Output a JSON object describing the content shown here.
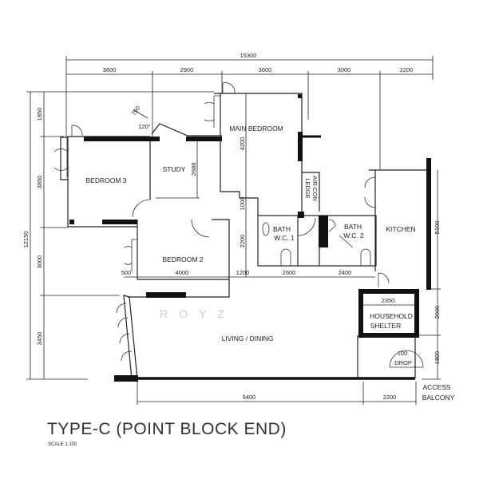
{
  "plan": {
    "title": "TYPE-C (POINT BLOCK END)",
    "scale": "SCALE  1:100",
    "watermark": "ROYZ",
    "rooms": {
      "bedroom3": "BEDROOM 3",
      "study": "STUDY",
      "main_bedroom": "MAIN BEDROOM",
      "bedroom2": "BEDROOM 2",
      "bath1_a": "BATH",
      "bath1_b": "W.C. 1",
      "bath2_a": "BATH",
      "bath2_b": "W.C. 2",
      "aircon_a": "AIR-CON",
      "aircon_b": "LEDGE",
      "kitchen": "KITCHEN",
      "living": "LIVING / DINING",
      "shelter_a": "HOUSEHOLD",
      "shelter_b": "SHELTER",
      "drop_a": "100",
      "drop_b": "DROP",
      "access_a": "ACCESS",
      "access_b": "BALCONY"
    },
    "dimensions": {
      "total_width": "15300",
      "top": [
        "3600",
        "2900",
        "3600",
        "3000",
        "2200"
      ],
      "total_height": "12150",
      "left": [
        "1850",
        "3850",
        "3000",
        "3450"
      ],
      "middle": [
        "500",
        "4000",
        "1200",
        "2600",
        "2400"
      ],
      "inner_vertical": [
        "4200",
        "1000",
        "2200"
      ],
      "study_depth": "2688",
      "bay_depth": "750",
      "bay_angle": "120°",
      "right": [
        "5100",
        "2000",
        "1800"
      ],
      "shelter_width": "2350",
      "bottom": [
        "9400",
        "2200"
      ]
    }
  }
}
